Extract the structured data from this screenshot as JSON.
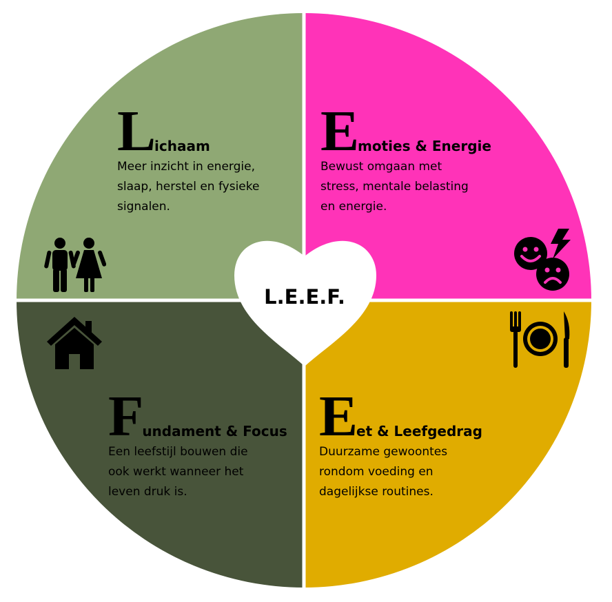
{
  "colors": {
    "lichaam": "#8fa874",
    "emoties": "#ff33b8",
    "eet": "#e0ac00",
    "fundament": "#48543a",
    "divider": "#ffffff",
    "heart": "#ffffff"
  },
  "center": {
    "title": "L.E.E.F."
  },
  "quadrants": {
    "lichaam": {
      "letter": "L",
      "title_rest": "ichaam",
      "description": [
        "Meer inzicht in energie,",
        "slaap, herstel en fysieke",
        "signalen."
      ],
      "icon": "couple-icon"
    },
    "emoties": {
      "letter": "E",
      "title_rest": "moties & Energie",
      "description": [
        "Bewust omgaan met",
        "stress, mentale belasting",
        "en energie."
      ],
      "icon": "emotions-faces-icon"
    },
    "eet": {
      "letter": "E",
      "title_rest": "et & Leefgedrag",
      "description": [
        "Duurzame gewoontes",
        "rondom voeding en",
        "dagelijkse routines."
      ],
      "icon": "plate-cutlery-icon"
    },
    "fundament": {
      "letter": "F",
      "title_rest": "undament & Focus",
      "description": [
        "Een leefstijl bouwen die",
        "ook werkt wanneer het",
        "leven druk is."
      ],
      "icon": "house-icon"
    }
  }
}
